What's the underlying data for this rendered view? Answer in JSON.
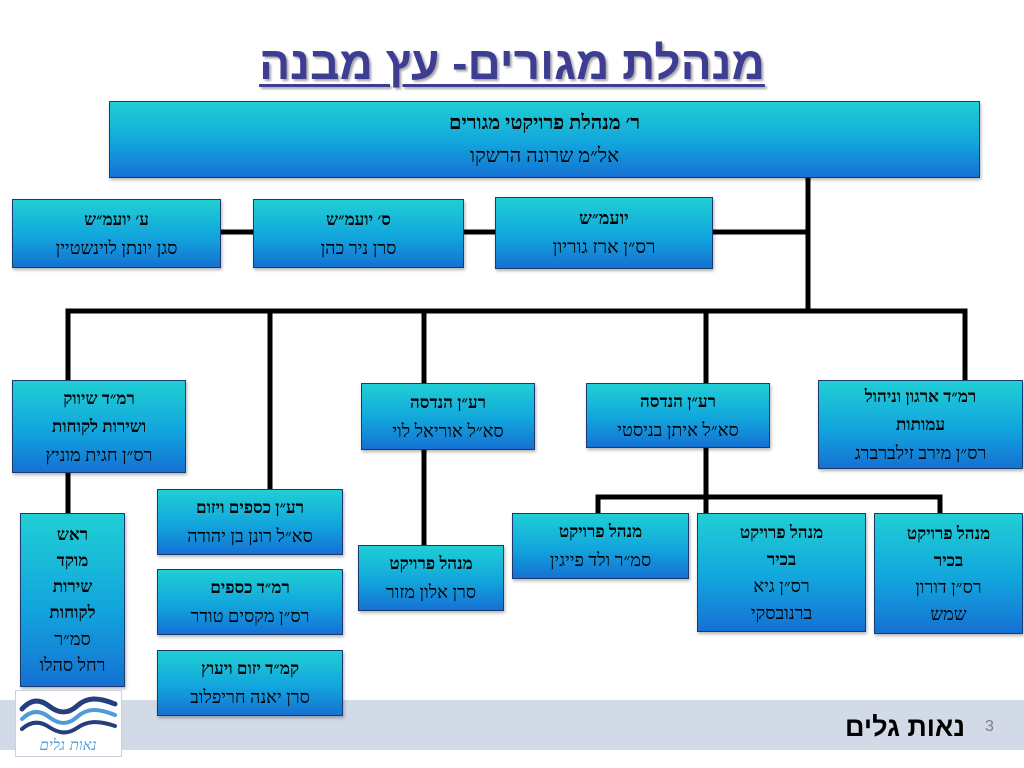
{
  "slide": {
    "title": "מנהלת מגורים- עץ מבנה",
    "footer_text": "נאות גלים",
    "page_number": "3",
    "logo_text": "נאות גלים"
  },
  "org": {
    "head": {
      "role": [
        "ר׳ מנהלת פרויקטי מגורים"
      ],
      "name": [
        "אל״מ שרונה הרשקו"
      ]
    },
    "legal_advisor": {
      "role": [
        "יועמ״ש"
      ],
      "name": [
        "רס״ן ארז גוריון"
      ]
    },
    "legal_deputy": {
      "role": [
        "ס׳ יועמ״ש"
      ],
      "name": [
        "סרן ניר כהן"
      ]
    },
    "legal_assistant": {
      "role": [
        "ע׳ יועמ״ש"
      ],
      "name": [
        "סגן יונתן לוינשטיין"
      ]
    },
    "nonprofits": {
      "role": [
        "רמ״ד ארגון וניהול",
        "עמותות"
      ],
      "name": [
        "רס״ן מירב זילברברג"
      ]
    },
    "engineering_1": {
      "role": [
        "רע״ן הנדסה"
      ],
      "name": [
        "סא״ל איתן בניסטי"
      ]
    },
    "engineering_2": {
      "role": [
        "רע״ן הנדסה"
      ],
      "name": [
        "סא״ל אוריאל לוי"
      ]
    },
    "marketing": {
      "role": [
        "רמ״ד שיווק",
        "ושירות לקוחות"
      ],
      "name": [
        "רס״ן חגית מוניץ"
      ]
    },
    "call_center": {
      "role": [
        "ראש",
        "מוקד",
        "שירות",
        "לקוחות"
      ],
      "name": [
        "סמ״ר",
        "רחל סהלו"
      ]
    },
    "finance_initiation": {
      "role": [
        "רע״ן כספים ויזום"
      ],
      "name": [
        "סא״ל רונן בן יהודה"
      ]
    },
    "finance": {
      "role": [
        "רמ״ד כספים"
      ],
      "name": [
        "רס״ן מקסים טודר"
      ]
    },
    "initiation_advisory": {
      "role": [
        "קמ״ד יזום ויעוץ"
      ],
      "name": [
        "סרן יאנה חריפלוב"
      ]
    },
    "project_manager_1": {
      "role": [
        "מנהל פרויקט"
      ],
      "name": [
        "סרן אלון מזור"
      ]
    },
    "project_manager_2": {
      "role": [
        "מנהל פרויקט"
      ],
      "name": [
        "סמ״ר ולד פייגין"
      ]
    },
    "senior_project_manager_1": {
      "role": [
        "מנהל פרויקט",
        "בכיר"
      ],
      "name": [
        "רס״ן גיא",
        "ברנובסקי"
      ]
    },
    "senior_project_manager_2": {
      "role": [
        "מנהל פרויקט",
        "בכיר"
      ],
      "name": [
        "רס״ן דורון",
        "שמש"
      ]
    }
  },
  "colors": {
    "title": "#3d3d94",
    "box_top": "#20cfd4",
    "box_mid": "#12a5dd",
    "box_bottom": "#1571d3",
    "box_border": "#1c3a70",
    "connector": "#000000",
    "footer_band": "#d2d9e7",
    "logo_navy": "#233f7c",
    "logo_light": "#4f9bd5",
    "page_number": "#7f7f7f"
  }
}
